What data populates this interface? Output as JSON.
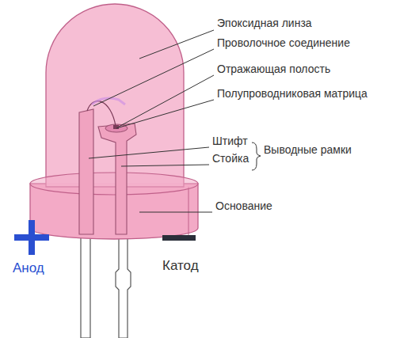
{
  "diagram": {
    "labels": [
      "Эпоксидная линза",
      "Проволочное соединение",
      "Отражающая полость",
      "Полупроводниковая матрица",
      "Штифт",
      "Стойка",
      "Выводные рамки",
      "Основание",
      "Анод",
      "Катод"
    ]
  }
}
